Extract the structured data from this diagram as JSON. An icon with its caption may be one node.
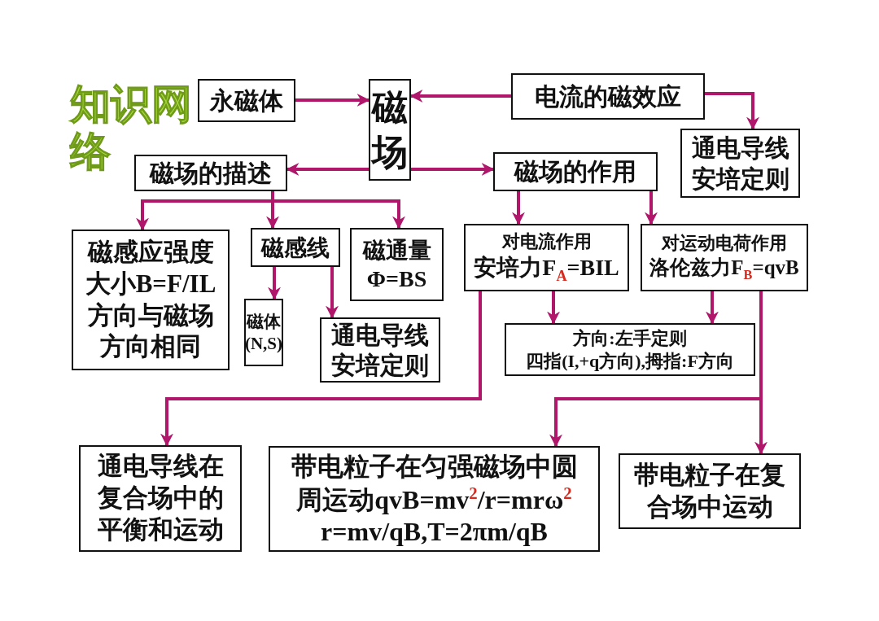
{
  "diagram": {
    "title": "知识网络",
    "nodes": [
      {
        "text": [
          "永磁体"
        ]
      },
      {
        "text": [
          "磁场"
        ]
      },
      {
        "text": [
          "电流的磁效应"
        ]
      },
      {
        "text": [
          "通电导线安培定则"
        ]
      },
      {
        "text": [
          "磁场的描述"
        ]
      },
      {
        "text": [
          "磁场的作用"
        ]
      },
      {
        "text": [
          "磁感应强度大小**B=F/IL**方向与磁场方向相同"
        ]
      },
      {
        "text": [
          "磁感线"
        ]
      },
      {
        "text": [
          "磁通量**Φ=BS**"
        ]
      },
      {
        "text": [
          "磁体(N,S)"
        ]
      },
      {
        "text": [
          "通电导线安培定则"
        ]
      },
      {
        "text": [
          "对电流作用",
          "安培力**F**$_{A}$**=BIL**"
        ]
      },
      {
        "text": [
          "对运动电荷作用",
          "洛伦兹力**F**$_{B}$**=qvB**"
        ]
      },
      {
        "text": [
          "方向:左手定则",
          "四指(I,+q方向),拇指:F方向"
        ]
      },
      {
        "text": [
          "通电导线在复合场中的平衡和运动"
        ]
      },
      {
        "text": [
          "带电粒子在匀强磁场中圆周运动**qvB=mv**$^{2}$**/r=mrω**$^{2}$",
          "**r=mv/qB,T=2πm/qB**"
        ]
      },
      {
        "text": [
          "带电粒子在复合场中运动"
        ]
      }
    ],
    "edges": [
      {
        "from": 0,
        "to": 1,
        "arrow": "to"
      },
      {
        "from": 2,
        "to": 1,
        "arrow": "to"
      },
      {
        "from": 2,
        "to": 3,
        "arrow": "to"
      },
      {
        "from": 1,
        "to": 4,
        "arrow": "to"
      },
      {
        "from": 1,
        "to": 5,
        "arrow": "to"
      },
      {
        "from": 4,
        "to": 6,
        "arrow": "to"
      },
      {
        "from": 4,
        "to": 7,
        "arrow": "to"
      },
      {
        "from": 4,
        "to": 8,
        "arrow": "to"
      },
      {
        "from": 7,
        "to": 9,
        "arrow": "to"
      },
      {
        "from": 7,
        "to": 10,
        "arrow": "to"
      },
      {
        "from": 5,
        "to": 11,
        "arrow": "to"
      },
      {
        "from": 5,
        "to": 12,
        "arrow": "to"
      },
      {
        "from": 11,
        "to": 13,
        "arrow": "to"
      },
      {
        "from": 12,
        "to": 13,
        "arrow": "to"
      },
      {
        "from": 11,
        "to": 14,
        "arrow": "to"
      },
      {
        "from": 12,
        "to": 15,
        "arrow": "to"
      },
      {
        "from": 12,
        "to": 16,
        "arrow": "to"
      }
    ]
  }
}
